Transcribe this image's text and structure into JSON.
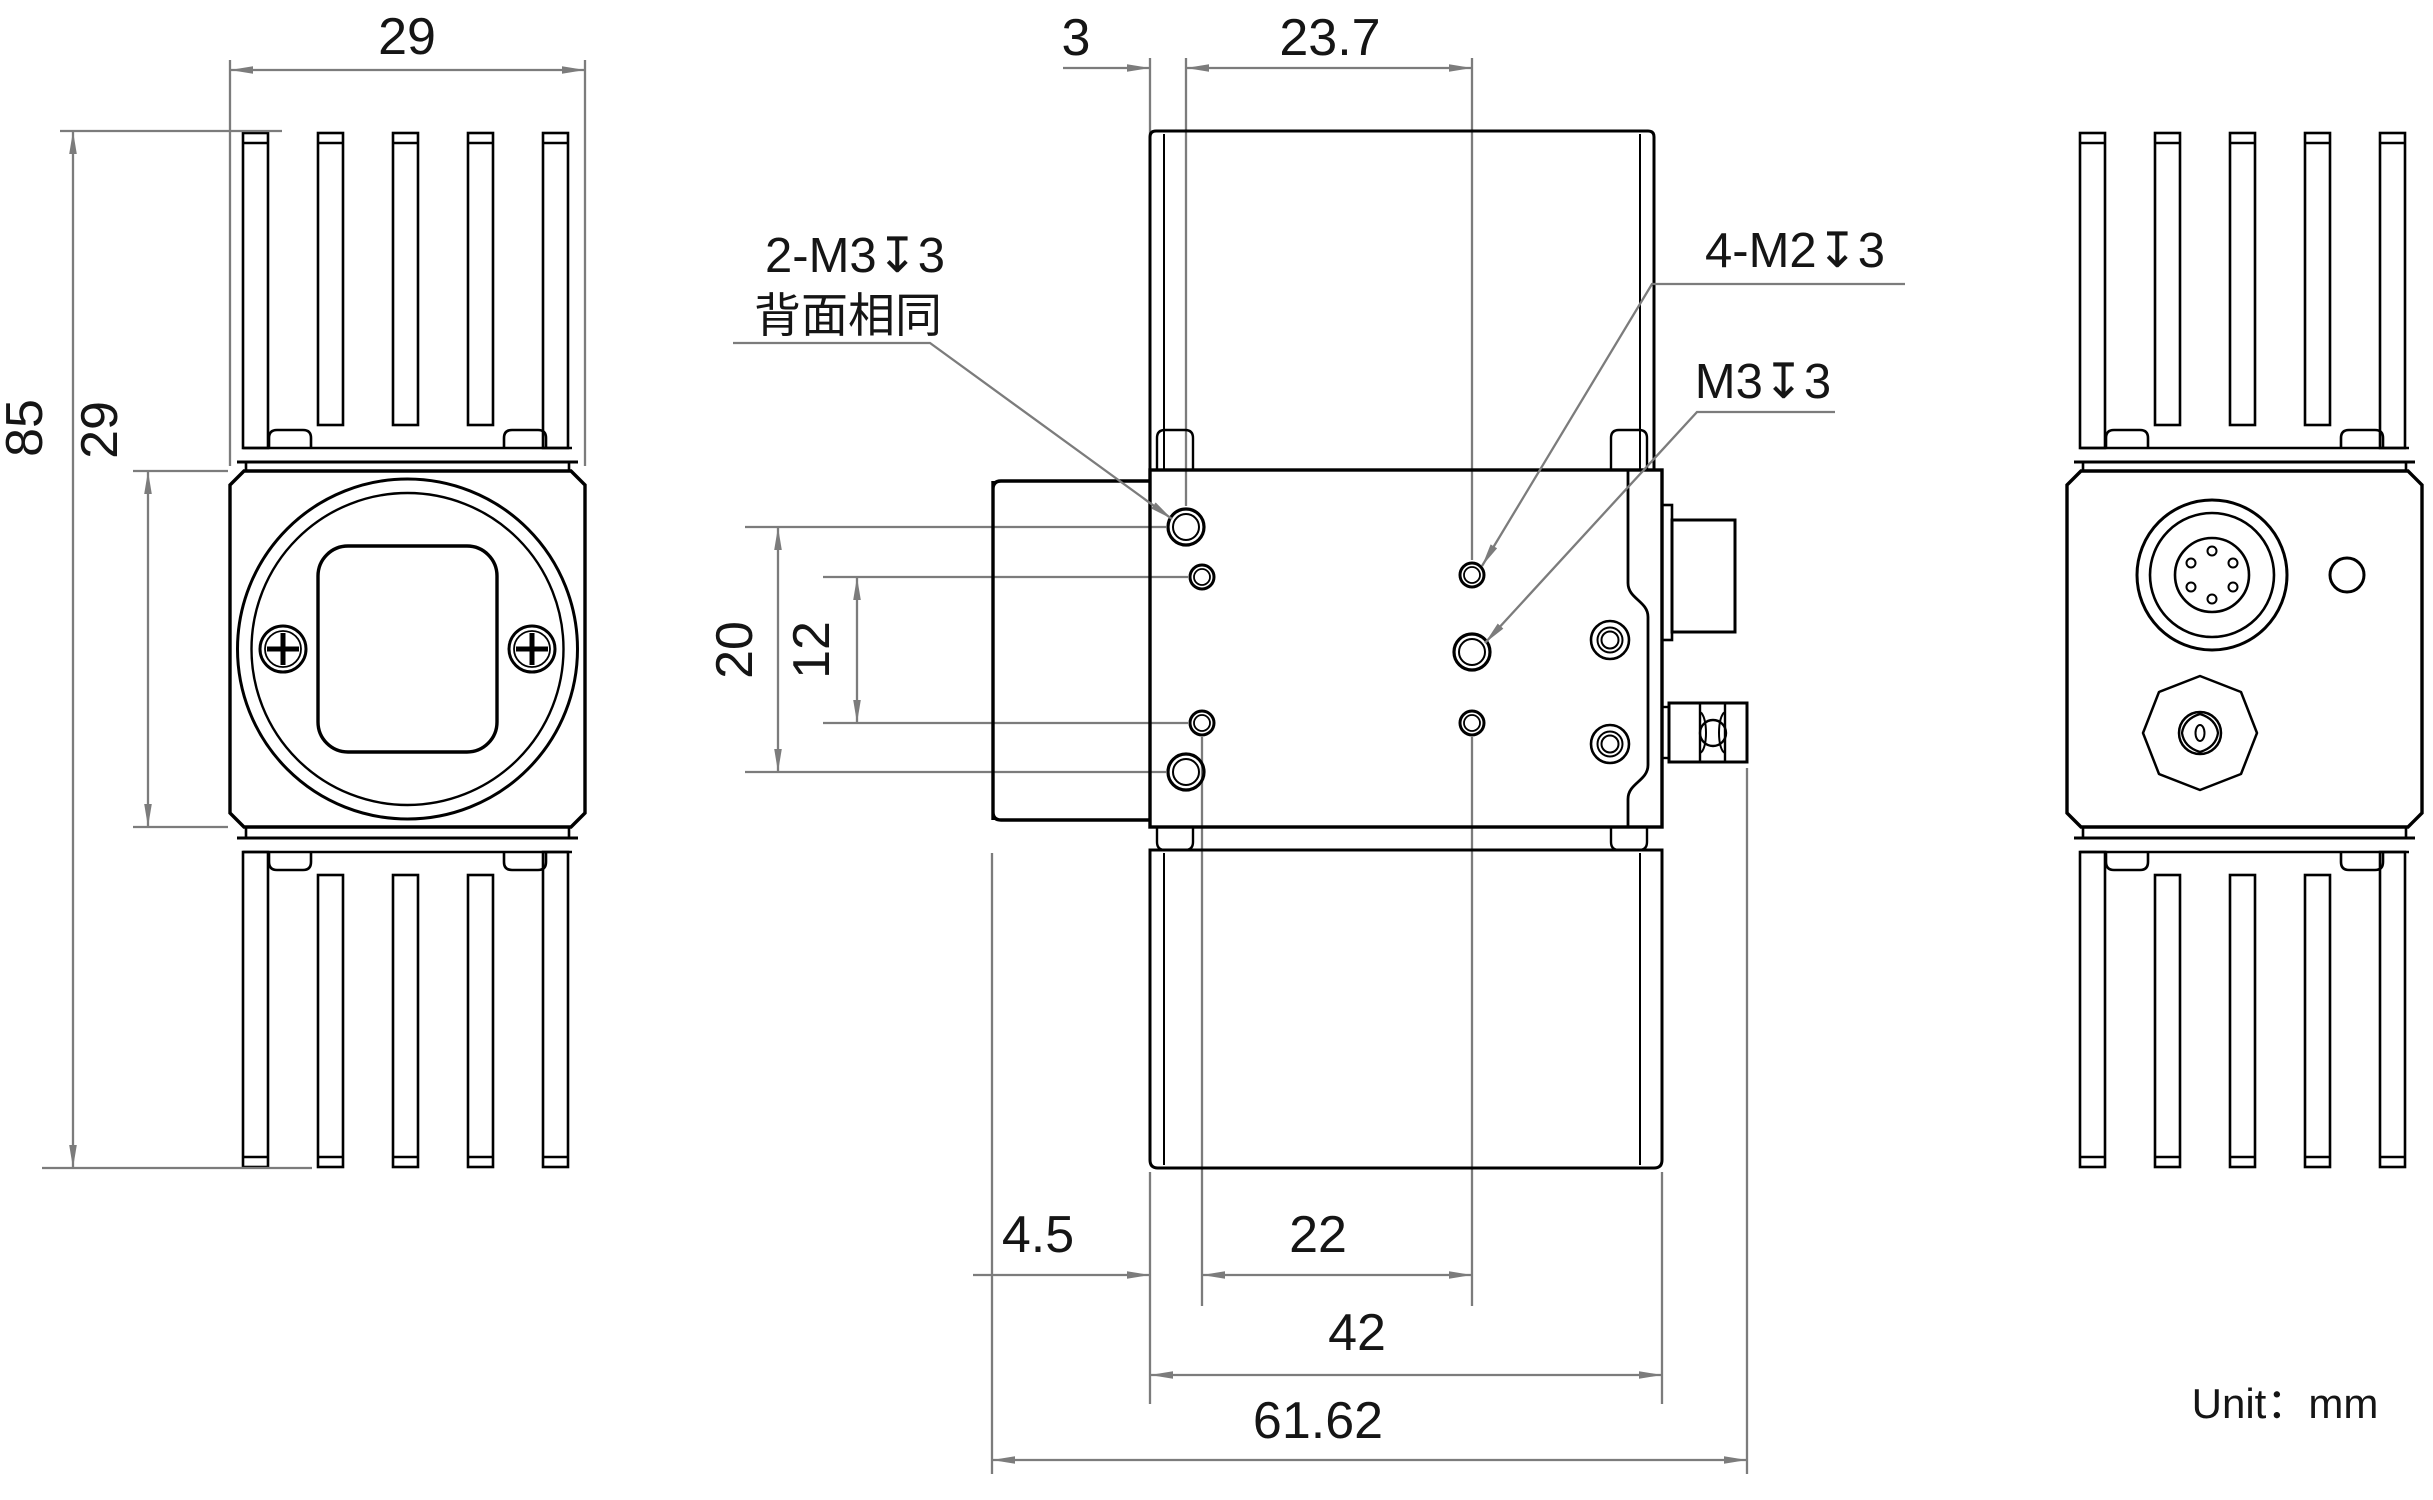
{
  "drawing": {
    "title_semantic": "industrial-camera-dimension-drawing",
    "unit_note": "Unit：mm",
    "front_view": {
      "dim_top_width": "29",
      "dim_total_height": "85",
      "dim_body_height": "29"
    },
    "side_view": {
      "dim_edge_to_hole": "3",
      "dim_hole_span_top": "23.7",
      "dim_m3_vertical_spacing": "20",
      "dim_m2_vertical_spacing": "12",
      "dim_front_offset": "4.5",
      "dim_hole_span_bottom": "22",
      "dim_body_depth": "42",
      "dim_total_depth": "61.62",
      "label_m3_pair": "2-M3↧3",
      "label_m3_pair_note": "背面相同",
      "label_m2_quad": "4-M2↧3",
      "label_m3_center": "M3↧3"
    },
    "rear_view": {},
    "colors": {
      "outline": "#000000",
      "dimension": "#7c7c7c",
      "text": "#151515",
      "background": "#ffffff"
    }
  }
}
